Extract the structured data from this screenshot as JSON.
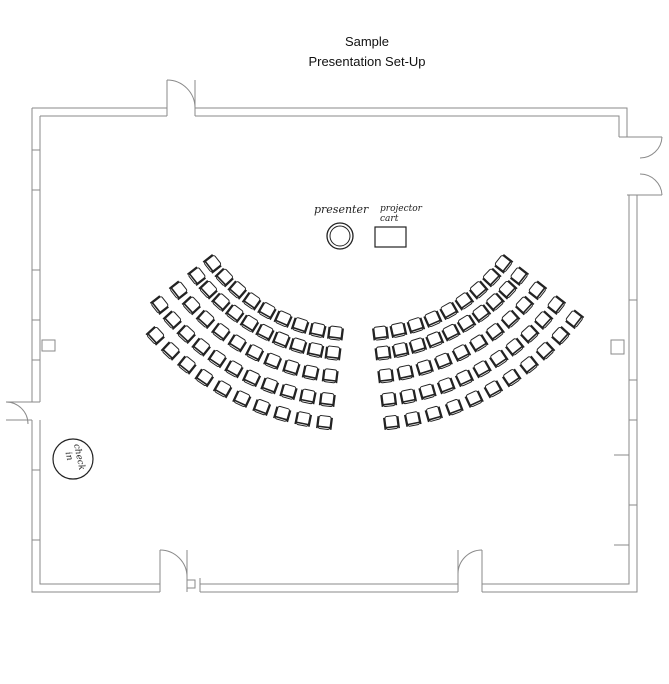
{
  "title": {
    "line1": "Sample",
    "line2": "Presentation Set-Up"
  },
  "labels": {
    "presenter": "presenter",
    "projector_line1": "projector",
    "projector_line2": "cart",
    "checkin_line1": "check",
    "checkin_line2": "in"
  },
  "seating": {
    "rows": 5,
    "sections": [
      "left",
      "right"
    ],
    "seats_per_row": [
      9,
      10,
      10,
      11,
      11
    ]
  },
  "colors": {
    "wall_outline": "#8a8a8a",
    "chair_stroke": "#222222",
    "background": "#ffffff"
  }
}
